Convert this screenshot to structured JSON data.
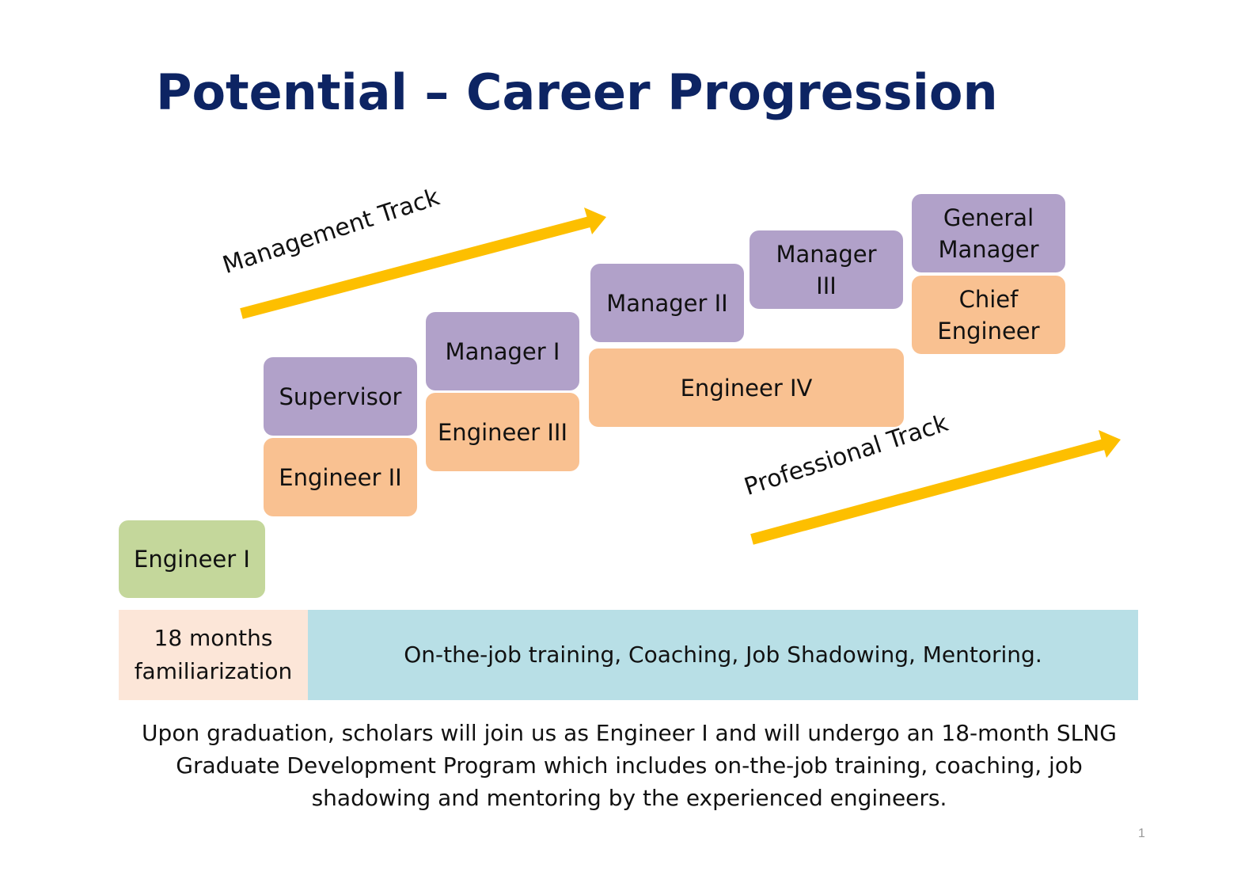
{
  "title": "Potential – Career Progression",
  "tracks": {
    "management": "Management Track",
    "professional": "Professional Track"
  },
  "roles": {
    "engineer_1": "Engineer I",
    "engineer_2": "Engineer II",
    "supervisor": "Supervisor",
    "manager_1": "Manager I",
    "engineer_3": "Engineer III",
    "manager_2": "Manager II",
    "engineer_4": "Engineer IV",
    "manager_3_line1": "Manager",
    "manager_3_line2": "III",
    "general_manager_line1": "General",
    "general_manager_line2": "Manager",
    "chief_engineer_line1": "Chief",
    "chief_engineer_line2": "Engineer"
  },
  "band": {
    "left_line1": "18 months",
    "left_line2": "familiarization",
    "right": "On-the-job training, Coaching, Job Shadowing, Mentoring."
  },
  "description": "Upon graduation, scholars will join us as Engineer I and will undergo an 18-month SLNG Graduate Development Program which includes on-the-job training, coaching, job shadowing and mentoring by the experienced engineers.",
  "page_number": "1",
  "colors": {
    "title": "#0d2463",
    "management_role": "#b1a1c9",
    "professional_role": "#f9c191",
    "entry_role": "#c4d79b",
    "arrow": "#fdbf00",
    "familiarization_band": "#fce6d8",
    "training_band": "#b8dfe6"
  }
}
